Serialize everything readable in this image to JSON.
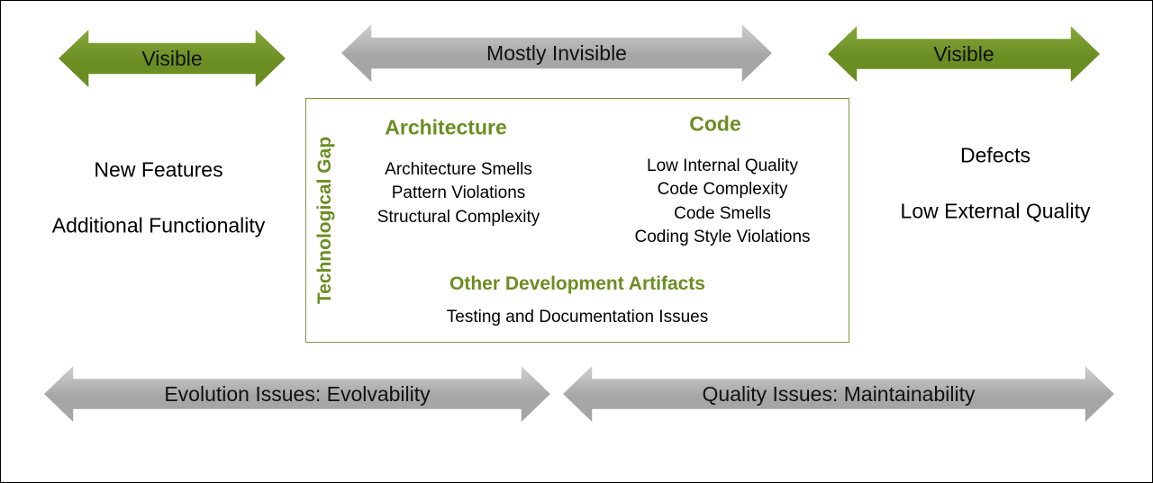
{
  "arrows": {
    "top_left": "Visible",
    "top_middle": "Mostly Invisible",
    "top_right": "Visible",
    "bottom_left": "Evolution Issues: Evolvability",
    "bottom_right": "Quality Issues: Maintainability"
  },
  "left_column": [
    "New Features",
    "Additional Functionality"
  ],
  "right_column": [
    "Defects",
    "Low External Quality"
  ],
  "gap_box": {
    "side_label": "Technological Gap",
    "architecture": {
      "heading": "Architecture",
      "items": [
        "Architecture Smells",
        "Pattern Violations",
        "Structural Complexity"
      ]
    },
    "code": {
      "heading": "Code",
      "items": [
        "Low Internal Quality",
        "Code Complexity",
        "Code Smells",
        "Coding Style Violations"
      ]
    },
    "other": {
      "heading": "Other Development Artifacts",
      "items": [
        "Testing and Documentation Issues"
      ]
    }
  },
  "colors": {
    "green_fill": "#6b8e23",
    "gray_fill": "#a6a6a6",
    "accent_text": "#6b8e23"
  }
}
